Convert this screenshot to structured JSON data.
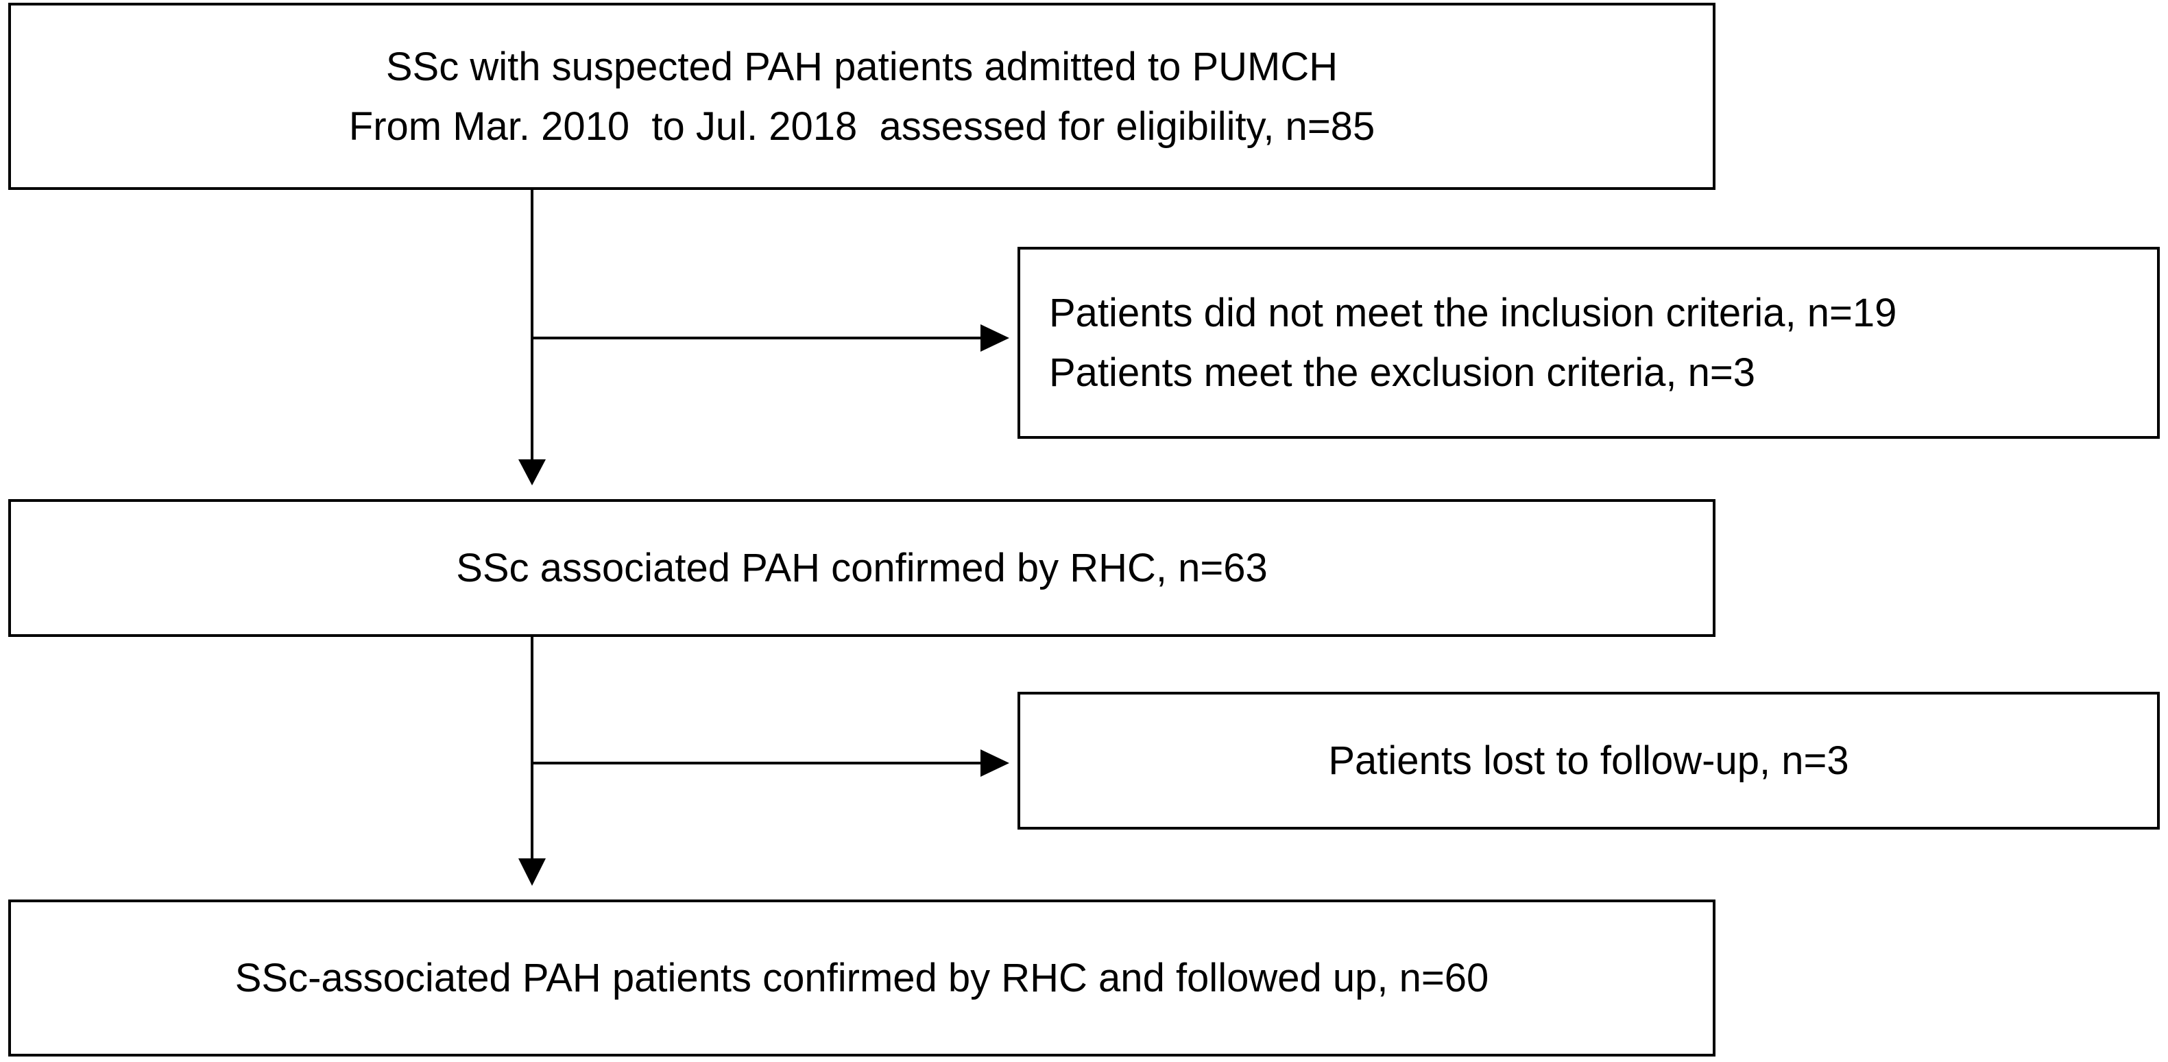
{
  "flowchart": {
    "screened": {
      "line1": "SSc with suspected PAH patients admitted to PUMCH",
      "line2": "From Mar. 2010  to Jul. 2018  assessed for eligibility, n=85"
    },
    "excluded": {
      "line1": "Patients did not meet the inclusion criteria, n=19",
      "line2": "Patients meet the exclusion criteria, n=3"
    },
    "confirmed": {
      "text": "SSc associated PAH confirmed by RHC, n=63"
    },
    "lost": {
      "text": "Patients lost to follow-up, n=3"
    },
    "final": {
      "text": "SSc-associated PAH patients confirmed by RHC and followed up, n=60"
    }
  }
}
